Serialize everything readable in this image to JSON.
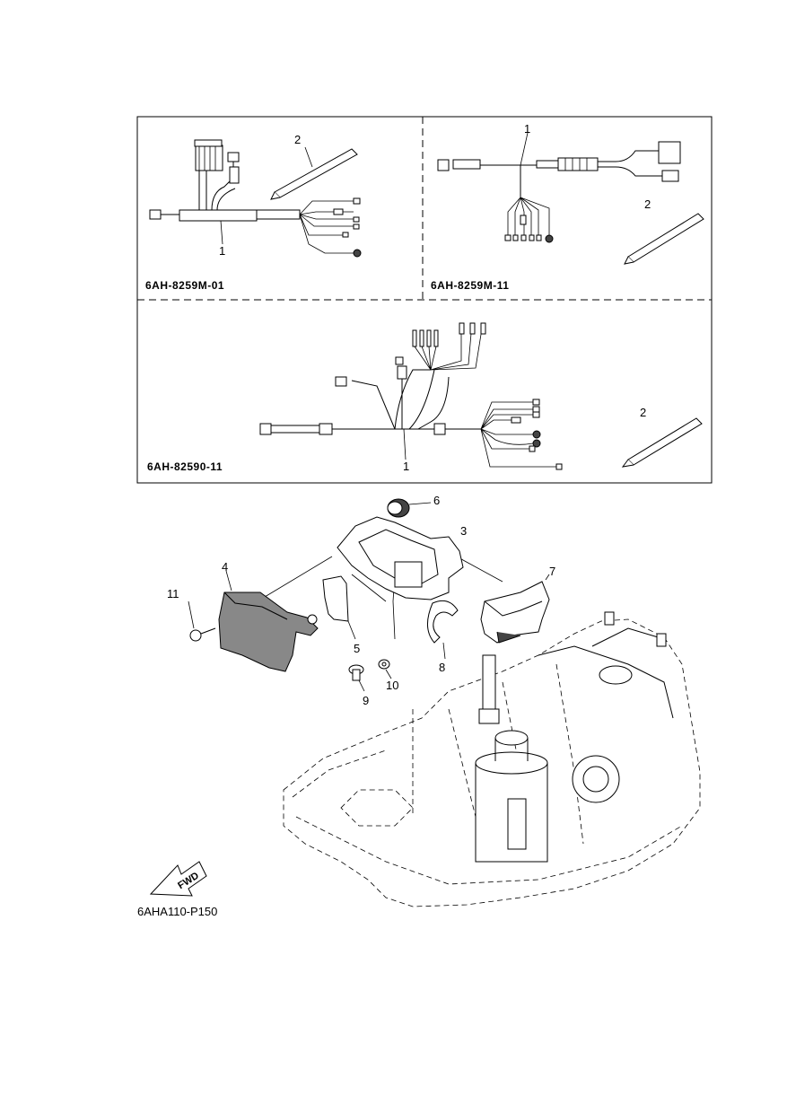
{
  "panels": {
    "top_left": {
      "code": "6AH-8259M-01",
      "callouts": [
        "1",
        "2"
      ]
    },
    "top_right": {
      "code": "6AH-8259M-11",
      "callouts": [
        "1",
        "2"
      ]
    },
    "bottom": {
      "code": "6AH-82590-11",
      "callouts": [
        "1",
        "2"
      ]
    }
  },
  "exploded_view": {
    "callouts": [
      "3",
      "4",
      "5",
      "6",
      "7",
      "8",
      "9",
      "10",
      "11"
    ],
    "fwd_label": "FWD",
    "figure_code": "6AHA110-P150"
  }
}
